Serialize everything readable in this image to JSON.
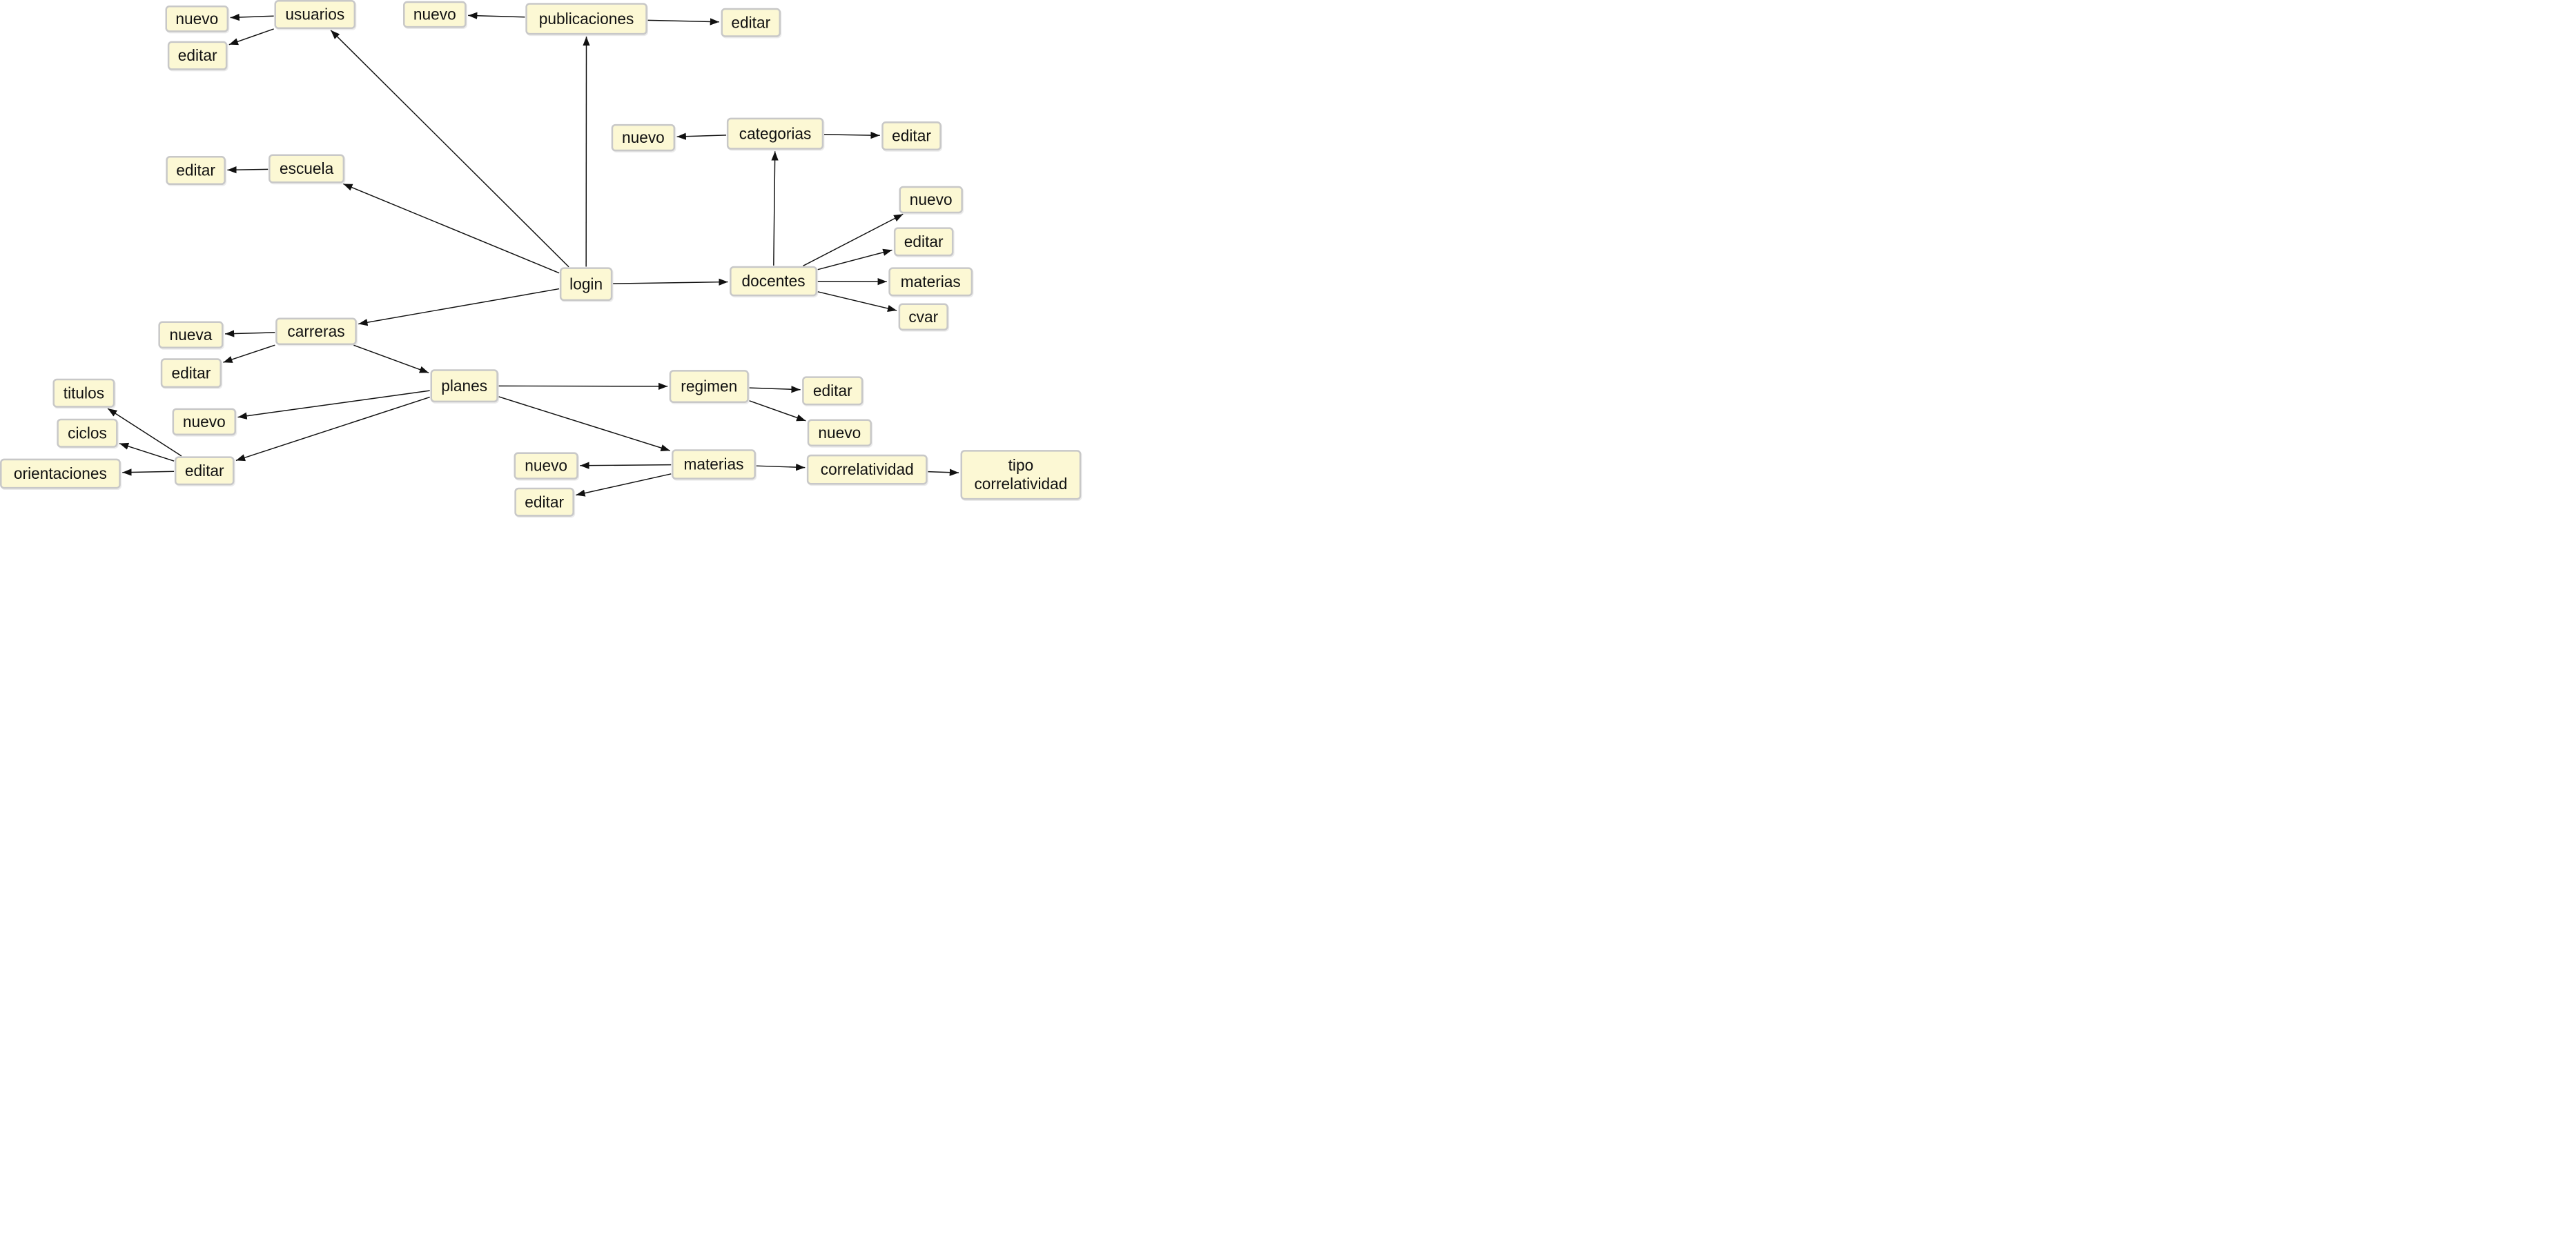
{
  "colors": {
    "node_fill": "#fcf8d4",
    "node_border": "#c8c8c8",
    "edge": "#111111",
    "text": "#111111"
  },
  "nodes": {
    "login": "login",
    "usuarios": "usuarios",
    "usuarios_nuevo": "nuevo",
    "usuarios_editar": "editar",
    "publicaciones": "publicaciones",
    "publicaciones_nuevo": "nuevo",
    "publicaciones_editar": "editar",
    "escuela": "escuela",
    "escuela_editar": "editar",
    "categorias": "categorias",
    "categorias_nuevo": "nuevo",
    "categorias_editar": "editar",
    "docentes": "docentes",
    "docentes_nuevo": "nuevo",
    "docentes_editar": "editar",
    "docentes_materias": "materias",
    "docentes_cvar": "cvar",
    "carreras": "carreras",
    "carreras_nueva": "nueva",
    "carreras_editar": "editar",
    "planes": "planes",
    "planes_nuevo": "nuevo",
    "planes_editar": "editar",
    "titulos": "titulos",
    "ciclos": "ciclos",
    "orientaciones": "orientaciones",
    "regimen": "regimen",
    "regimen_editar": "editar",
    "regimen_nuevo": "nuevo",
    "materias": "materias",
    "materias_nuevo": "nuevo",
    "materias_editar": "editar",
    "correlatividad": "correlatividad",
    "tipo_correlatividad_line1": "tipo",
    "tipo_correlatividad_line2": "correlatividad"
  },
  "edges": [
    {
      "from": "login",
      "to": "usuarios"
    },
    {
      "from": "login",
      "to": "publicaciones"
    },
    {
      "from": "login",
      "to": "escuela"
    },
    {
      "from": "login",
      "to": "docentes"
    },
    {
      "from": "login",
      "to": "carreras"
    },
    {
      "from": "usuarios",
      "to": "usuarios_nuevo"
    },
    {
      "from": "usuarios",
      "to": "usuarios_editar"
    },
    {
      "from": "publicaciones",
      "to": "publicaciones_nuevo"
    },
    {
      "from": "publicaciones",
      "to": "publicaciones_editar"
    },
    {
      "from": "escuela",
      "to": "escuela_editar"
    },
    {
      "from": "docentes",
      "to": "categorias"
    },
    {
      "from": "categorias",
      "to": "categorias_nuevo"
    },
    {
      "from": "categorias",
      "to": "categorias_editar"
    },
    {
      "from": "docentes",
      "to": "docentes_nuevo"
    },
    {
      "from": "docentes",
      "to": "docentes_editar"
    },
    {
      "from": "docentes",
      "to": "docentes_materias"
    },
    {
      "from": "docentes",
      "to": "docentes_cvar"
    },
    {
      "from": "carreras",
      "to": "carreras_nueva"
    },
    {
      "from": "carreras",
      "to": "carreras_editar"
    },
    {
      "from": "carreras",
      "to": "planes"
    },
    {
      "from": "planes",
      "to": "regimen"
    },
    {
      "from": "planes",
      "to": "planes_nuevo"
    },
    {
      "from": "planes",
      "to": "planes_editar"
    },
    {
      "from": "planes",
      "to": "materias"
    },
    {
      "from": "planes_editar",
      "to": "titulos"
    },
    {
      "from": "planes_editar",
      "to": "ciclos"
    },
    {
      "from": "planes_editar",
      "to": "orientaciones"
    },
    {
      "from": "regimen",
      "to": "regimen_editar"
    },
    {
      "from": "regimen",
      "to": "regimen_nuevo"
    },
    {
      "from": "materias",
      "to": "materias_nuevo"
    },
    {
      "from": "materias",
      "to": "materias_editar"
    },
    {
      "from": "materias",
      "to": "correlatividad"
    },
    {
      "from": "correlatividad",
      "to": "tipo_correlatividad"
    }
  ]
}
